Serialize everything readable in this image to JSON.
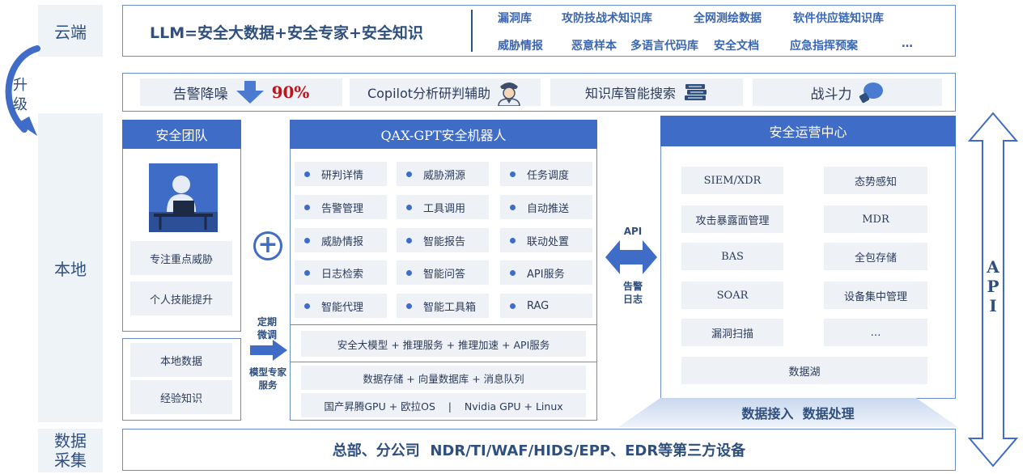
{
  "side_labels": {
    "cloud": "云端",
    "upgrade": [
      "升",
      "级"
    ],
    "local": "本地",
    "collect": [
      "数据",
      "采集"
    ]
  },
  "cloud_bar": {
    "formula": "LLM=安全大数据+安全专家+安全知识",
    "tags_row1": [
      "漏洞库",
      "攻防技战术知识库",
      "全网测绘数据",
      "软件供应链知识库"
    ],
    "tags_row2": [
      "威胁情报",
      "恶意样本",
      "多语言代码库",
      "安全文档",
      "应急指挥预案",
      "…"
    ]
  },
  "capabilities": {
    "noise": "告警降噪",
    "noise_value": "90%",
    "copilot": "Copilot分析研判辅助",
    "search": "知识库智能搜索",
    "combat": "战斗力"
  },
  "team": {
    "title": "安全团队",
    "items": [
      "专注重点威胁",
      "个人技能提升"
    ],
    "local_items": [
      "本地数据",
      "经验知识"
    ]
  },
  "plus_symbol": "+",
  "fine_tune": {
    "label": [
      "定期",
      "微调"
    ],
    "expert": [
      "模型专家",
      "服务"
    ]
  },
  "robot": {
    "title": "QAX-GPT安全机器人",
    "functions": [
      [
        "研判详情",
        "威胁溯源",
        "任务调度"
      ],
      [
        "告警管理",
        "工具调用",
        "自动推送"
      ],
      [
        "威胁情报",
        "智能报告",
        "联动处置"
      ],
      [
        "日志检索",
        "智能问答",
        "API服务"
      ],
      [
        "智能代理",
        "智能工具箱",
        "RAG"
      ]
    ],
    "model_service": "安全大模型 + 推理服务 + 推理加速 + API服务",
    "storage": "数据存储 + 向量数据库 + 消息队列",
    "hardware": "国产昇腾GPU + 欧拉OS    |    Nvidia GPU + Linux"
  },
  "link": {
    "api": "API",
    "alarm": [
      "告警",
      "日志"
    ]
  },
  "soc": {
    "title": "安全运营中心",
    "cells": [
      [
        "SIEM/XDR",
        "态势感知"
      ],
      [
        "攻击暴露面管理",
        "MDR"
      ],
      [
        "BAS",
        "全包存储"
      ],
      [
        "SOAR",
        "设备集中管理"
      ],
      [
        "漏洞扫描",
        "…"
      ]
    ],
    "lake": "数据湖",
    "ingest": "数据接入  数据处理"
  },
  "api_side": [
    "A",
    "P",
    "I"
  ],
  "bottom": "总部、分公司  NDR/TI/WAF/HIDS/EPP、EDR等第三方设备"
}
